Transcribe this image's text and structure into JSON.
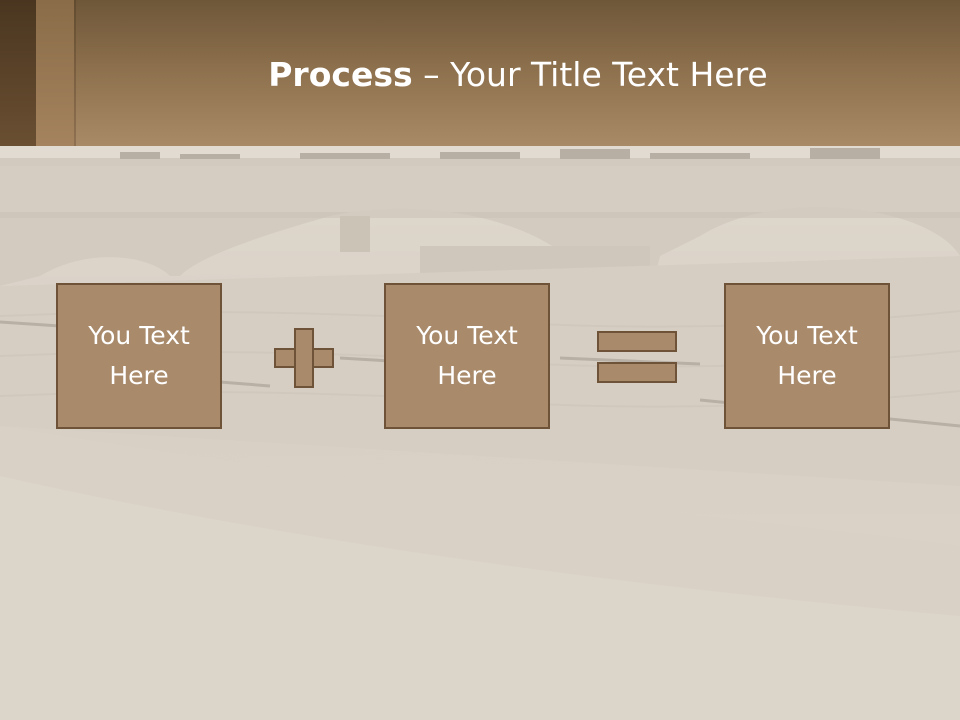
{
  "slide": {
    "title_bold": "Process",
    "title_rest": " – Your Title Text Here"
  },
  "boxes": [
    {
      "text": "You Text Here"
    },
    {
      "text": "You Text Here"
    },
    {
      "text": "You Text Here"
    }
  ],
  "operators": [
    "plus-icon",
    "equals-icon"
  ],
  "colors": {
    "header": "#8c6f4c",
    "box_fill": "#a98b6c",
    "box_border": "#6e5338",
    "text": "#ffffff"
  }
}
